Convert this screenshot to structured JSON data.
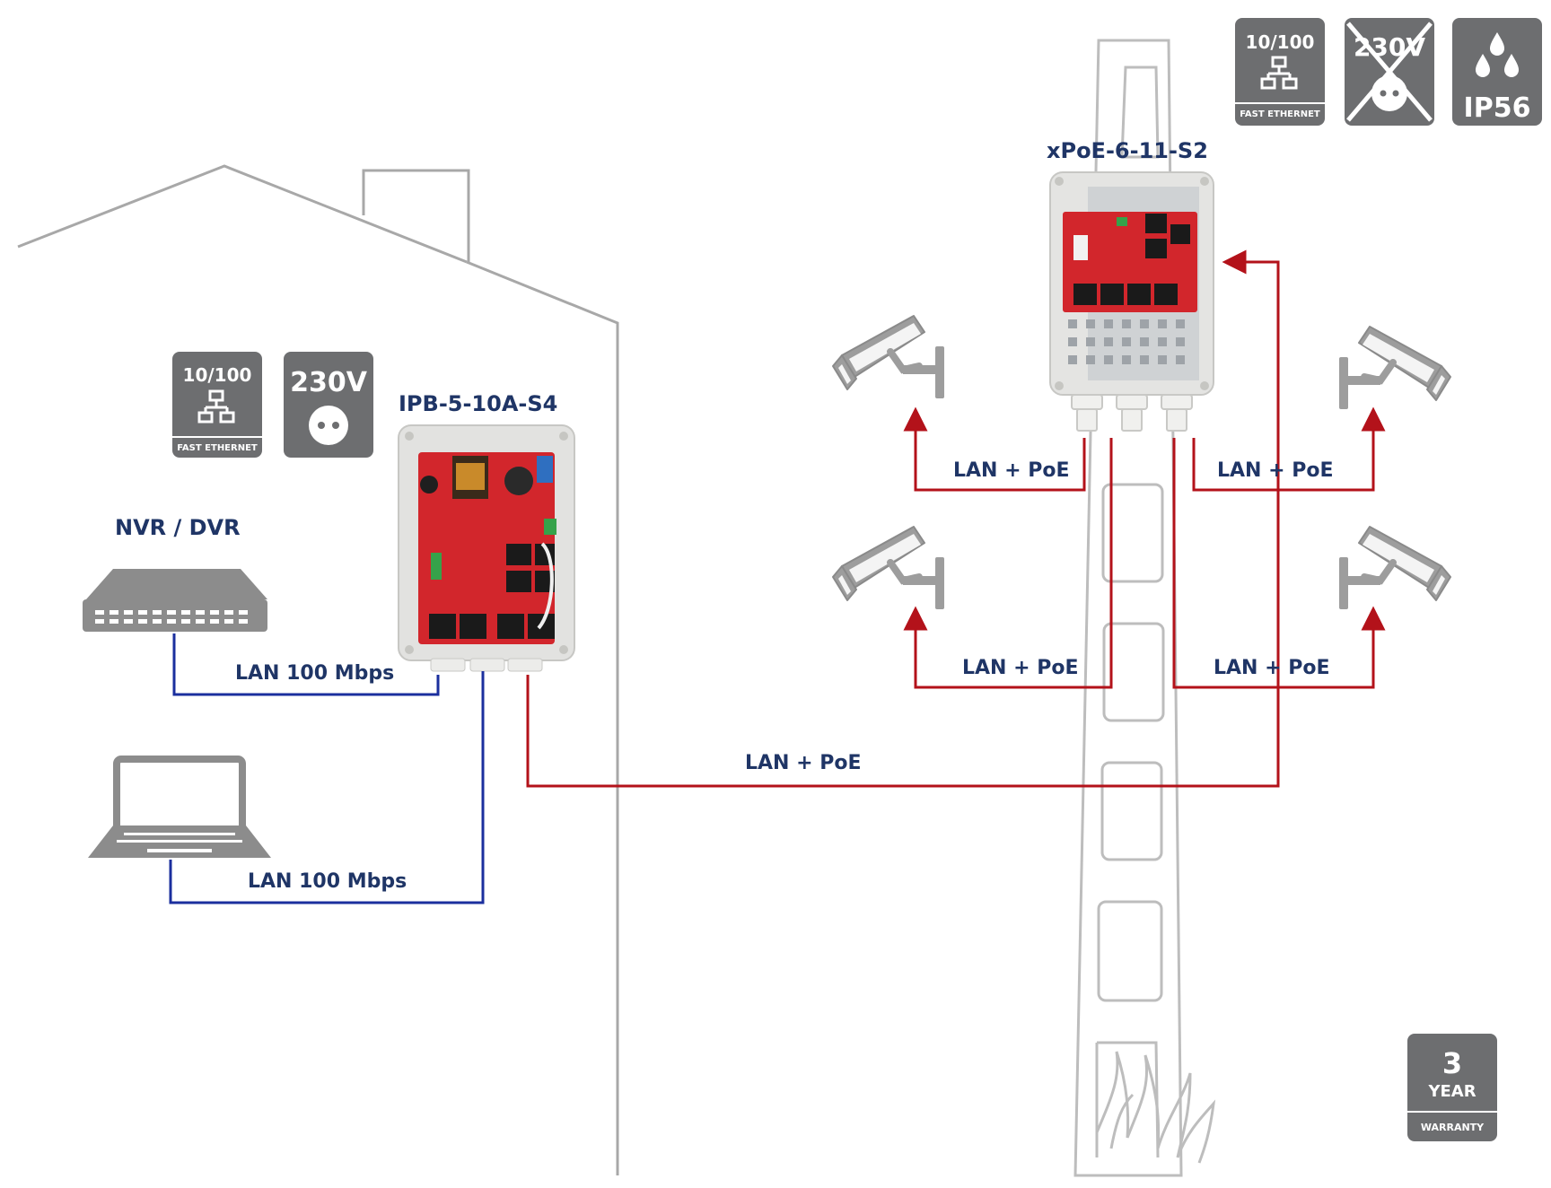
{
  "devices": {
    "switch_left": {
      "label": "IPB-5-10A-S4"
    },
    "switch_right": {
      "label": "xPoE-6-11-S2"
    },
    "nvr": {
      "label": "NVR / DVR"
    }
  },
  "links": {
    "nvr_link": "LAN 100 Mbps",
    "laptop_link": "LAN 100 Mbps",
    "trunk": "LAN + PoE",
    "cam_top_left": "LAN + PoE",
    "cam_top_right": "LAN + PoE",
    "cam_bottom_left": "LAN + PoE",
    "cam_bottom_right": "LAN + PoE"
  },
  "badges": {
    "left_ethernet": {
      "speed": "10/100",
      "caption": "FAST ETHERNET",
      "icon": "network-icon"
    },
    "left_power": {
      "voltage": "230V",
      "icon": "power-socket-icon"
    },
    "right_ethernet": {
      "speed": "10/100",
      "caption": "FAST ETHERNET",
      "icon": "network-icon"
    },
    "right_no_power": {
      "voltage": "230V",
      "icon": "crossed-power-socket-icon"
    },
    "right_ip": {
      "rating": "IP56",
      "icon": "water-drops-icon"
    },
    "warranty": {
      "years": "3",
      "unit": "YEAR",
      "caption": "WARRANTY"
    }
  },
  "colors": {
    "poe_line": "#b3121a",
    "lan_line": "#1b2f9e",
    "label_text": "#1f3566",
    "outline_gray": "#a8a8a8",
    "badge_gray": "#6d6e70"
  }
}
